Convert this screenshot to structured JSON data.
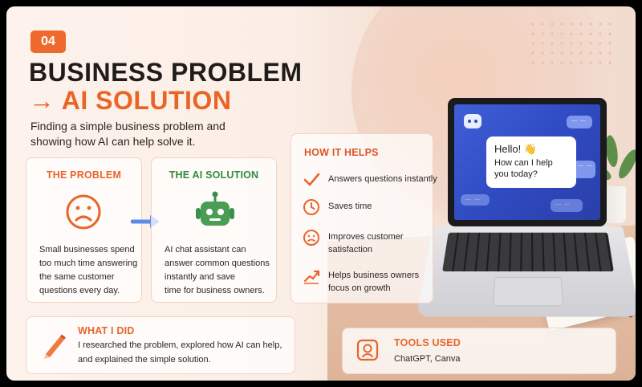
{
  "badge": "04",
  "title": {
    "line1": "BUSINESS PROBLEM",
    "line2": "→ AI SOLUTION"
  },
  "subtitle": {
    "line1": "Finding a simple business problem and",
    "line2": "showing how AI can help solve it."
  },
  "problem": {
    "heading": "THE PROBLEM",
    "icon": "sad-face-icon",
    "lines": [
      "Small businesses spend",
      "too much time answering",
      "the same customer",
      "questions every day."
    ]
  },
  "solution": {
    "heading": "THE AI SOLUTION",
    "icon": "robot-icon",
    "lines": [
      "AI chat assistant can",
      "answer common questions",
      "instantly and save",
      "time for business owners."
    ]
  },
  "helps": {
    "heading": "HOW IT HELPS",
    "items": [
      {
        "icon": "check-icon",
        "lines": [
          "Answers questions instantly"
        ]
      },
      {
        "icon": "clock-icon",
        "lines": [
          "Saves time"
        ]
      },
      {
        "icon": "face-icon",
        "lines": [
          "Improves customer",
          "satisfaction"
        ]
      },
      {
        "icon": "growth-chart-icon",
        "lines": [
          "Helps business owners",
          "focus on growth"
        ]
      }
    ]
  },
  "did": {
    "heading": "WHAT I DID",
    "lines": [
      "I researched the problem, explored how AI can help,",
      "and explained the simple solution."
    ]
  },
  "tools": {
    "heading": "TOOLS USED",
    "value": "ChatGPT, Canva"
  },
  "laptop_chat": {
    "hello": "Hello! 👋",
    "line1": "How can I help",
    "line2": "you today?"
  },
  "colors": {
    "accent": "#ea6425",
    "green": "#2f8b3d",
    "arrow_blue": "#5b8de6",
    "screen_blue": "#3150c6"
  }
}
